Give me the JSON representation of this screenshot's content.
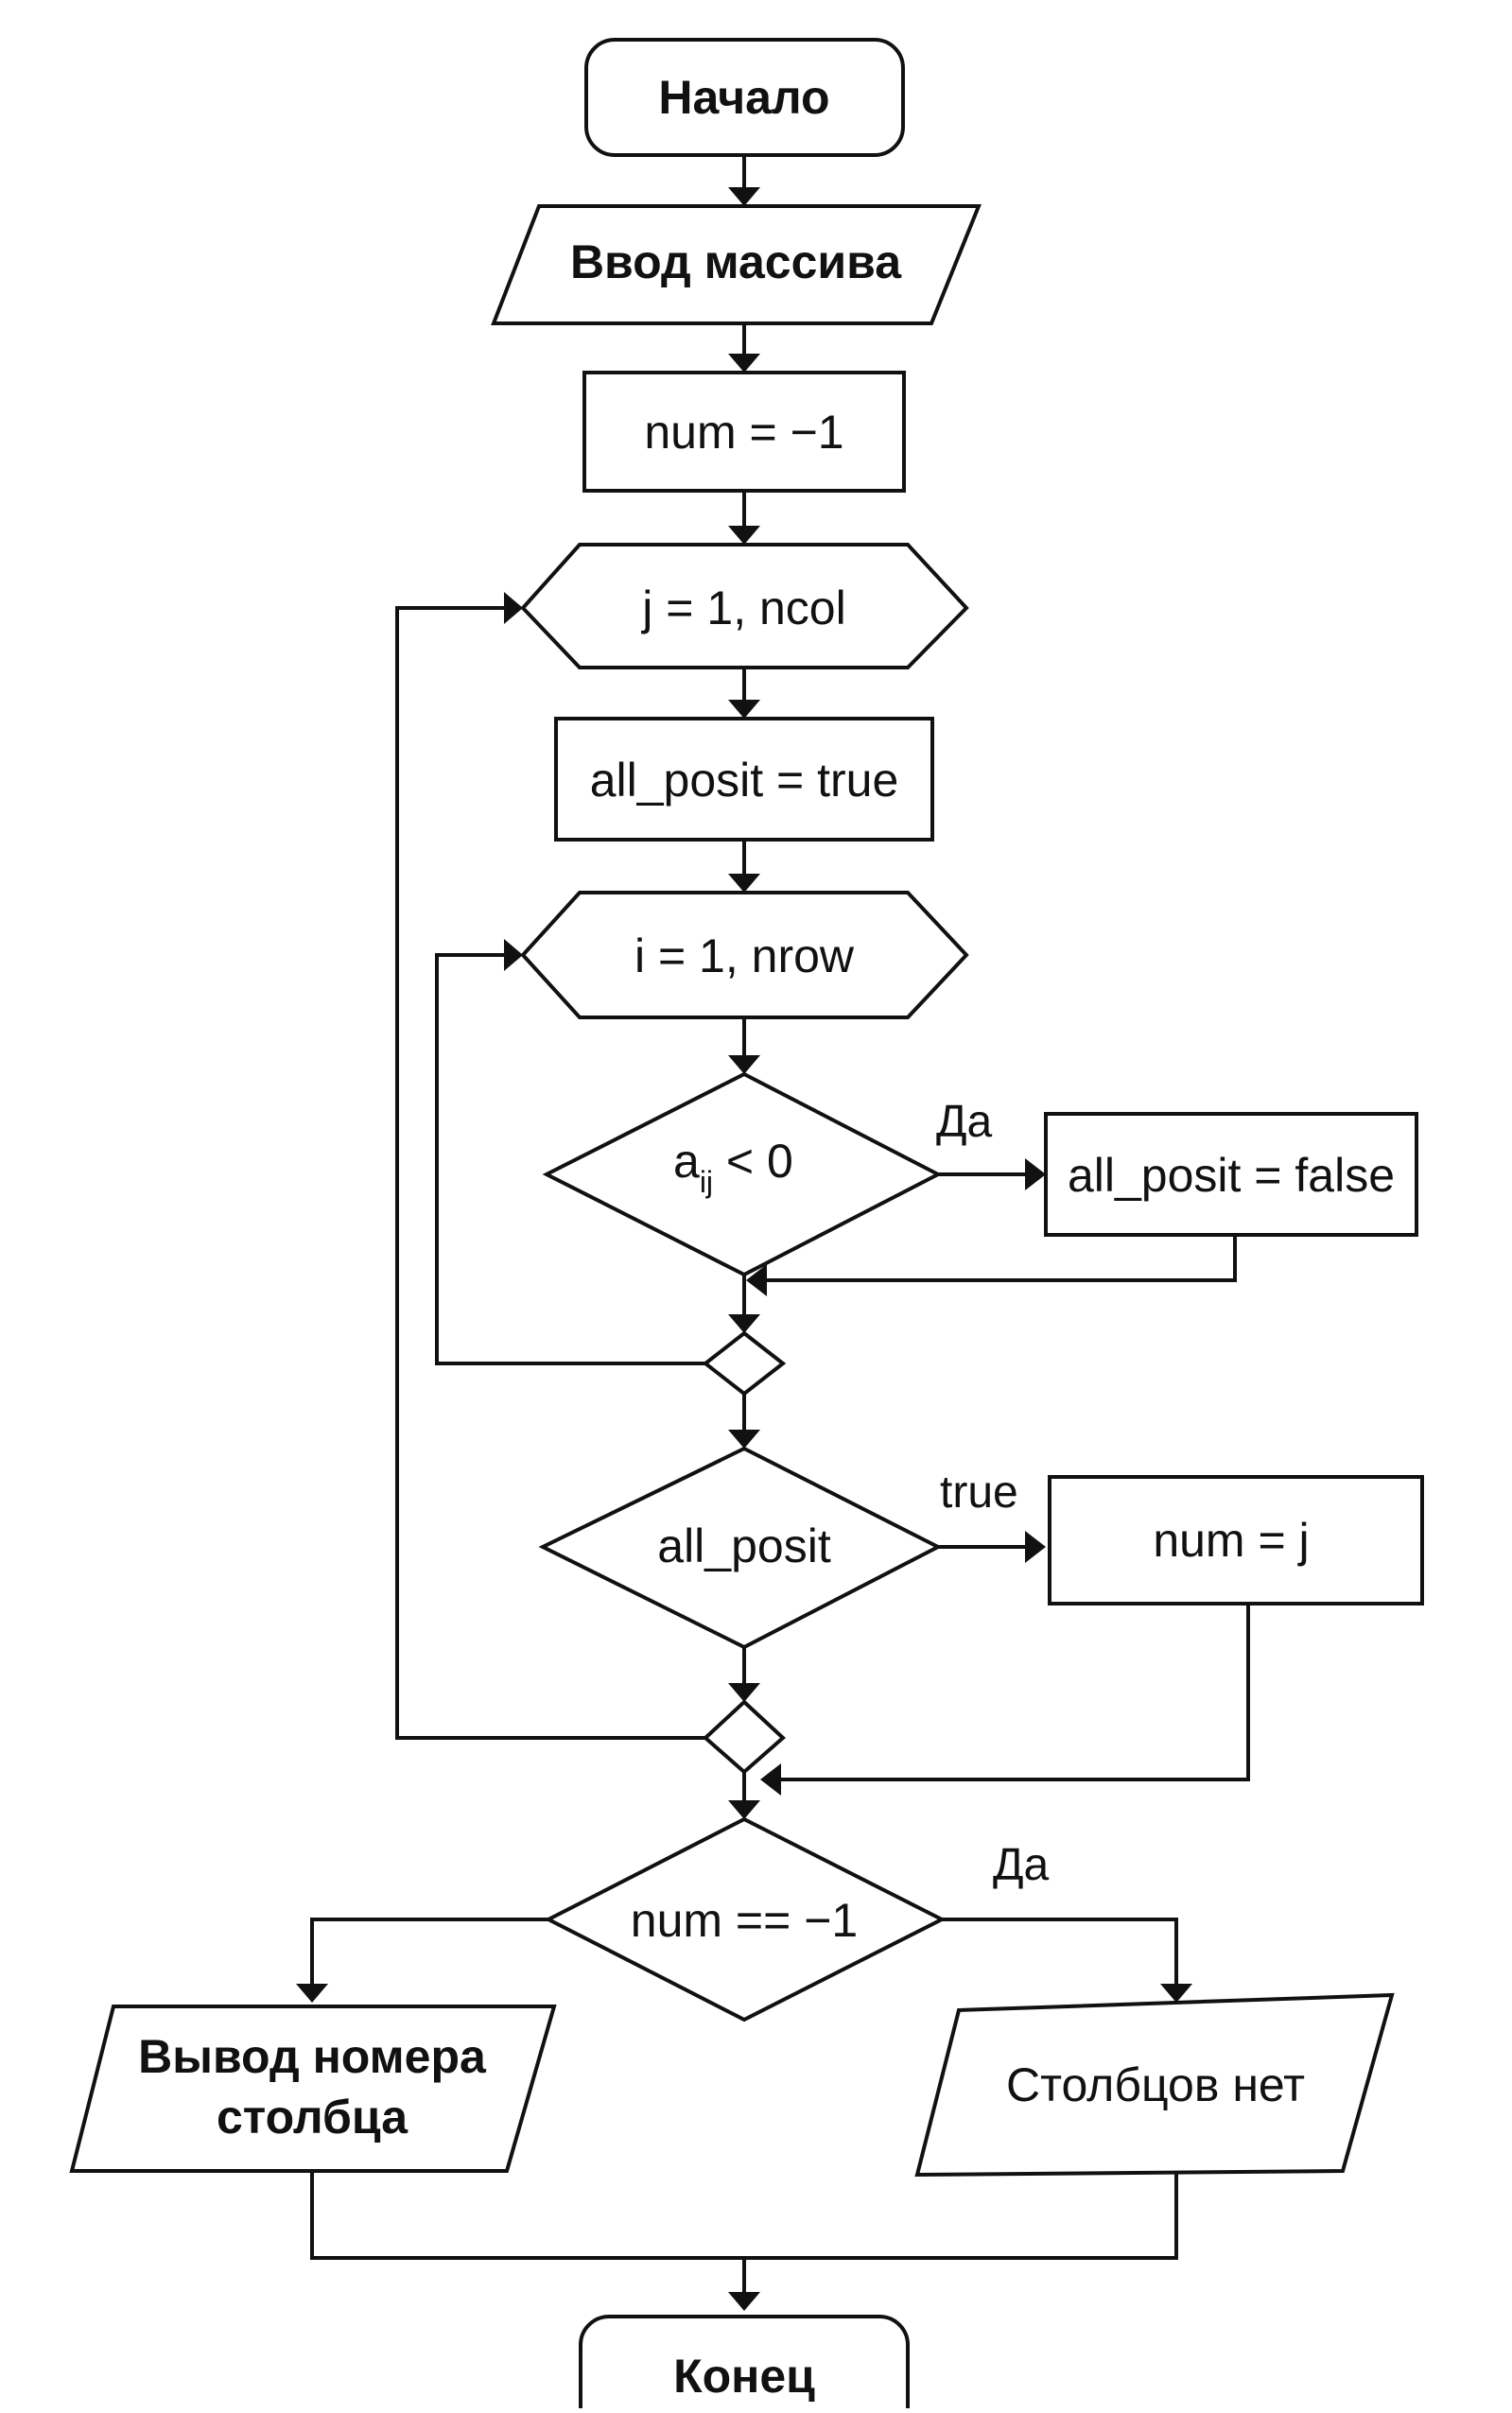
{
  "flowchart": {
    "start": "Начало",
    "input": "Ввод массива",
    "init_num": "num = −1",
    "loop_j": "j = 1, ncol",
    "init_flag": "all_posit = true",
    "loop_i": "i = 1, nrow",
    "cond_neg": {
      "base": "a",
      "sub": "ij",
      "rest": " < 0"
    },
    "cond_neg_yes": "Да",
    "set_false": "all_posit = false",
    "cond_posit": "all_posit",
    "cond_posit_yes": "true",
    "set_num": "num = j",
    "cond_none": "num == −1",
    "cond_none_yes": "Да",
    "output_col": [
      "Вывод номера",
      "столбца"
    ],
    "output_none": "Столбцов нет",
    "end": "Конец"
  }
}
